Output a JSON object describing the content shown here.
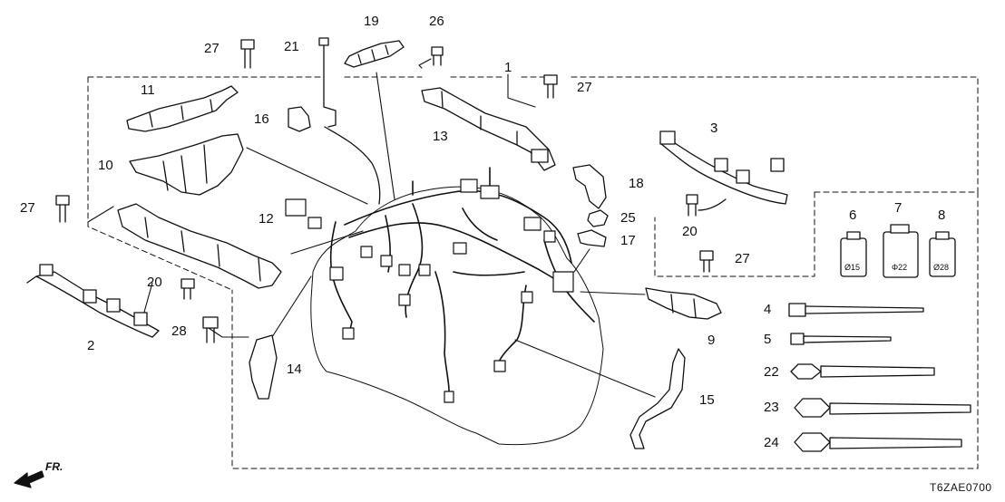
{
  "diagram": {
    "code": "T6ZAE0700",
    "direction_label": "FR.",
    "part_numbers": [
      "1",
      "2",
      "3",
      "4",
      "5",
      "6",
      "7",
      "8",
      "9",
      "10",
      "11",
      "12",
      "13",
      "14",
      "15",
      "16",
      "17",
      "18",
      "19",
      "20",
      "20",
      "21",
      "22",
      "23",
      "24",
      "25",
      "26",
      "27",
      "27",
      "27",
      "27",
      "28"
    ],
    "clip_sizes": [
      "Ø15",
      "Φ22",
      "Ø28"
    ]
  }
}
